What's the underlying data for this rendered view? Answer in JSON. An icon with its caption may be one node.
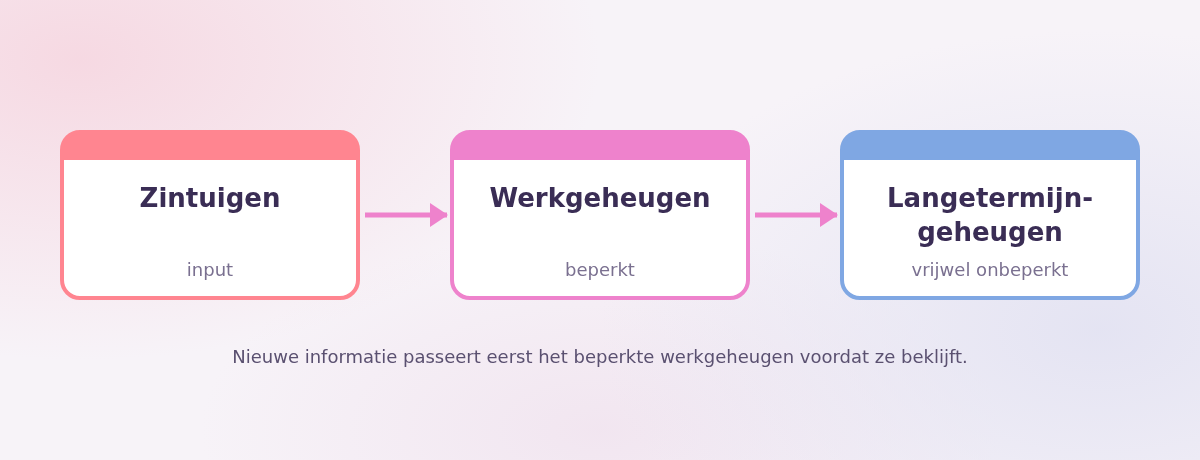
{
  "diagram": {
    "caption": "Nieuwe informatie passeert eerst het beperkte werkgeheugen voordat ze beklijft.",
    "nodes": [
      {
        "text": [
          "Zintuigen",
          "input"
        ]
      },
      {
        "text": [
          "Werkgeheugen",
          "beperkt"
        ]
      },
      {
        "text": [
          "Langetermijn- geheugen",
          "vrijwel onbeperkt"
        ]
      }
    ],
    "edges": [
      {
        "from": 0,
        "to": 1,
        "arrow": "to"
      },
      {
        "from": 1,
        "to": 2,
        "arrow": "to"
      }
    ]
  }
}
